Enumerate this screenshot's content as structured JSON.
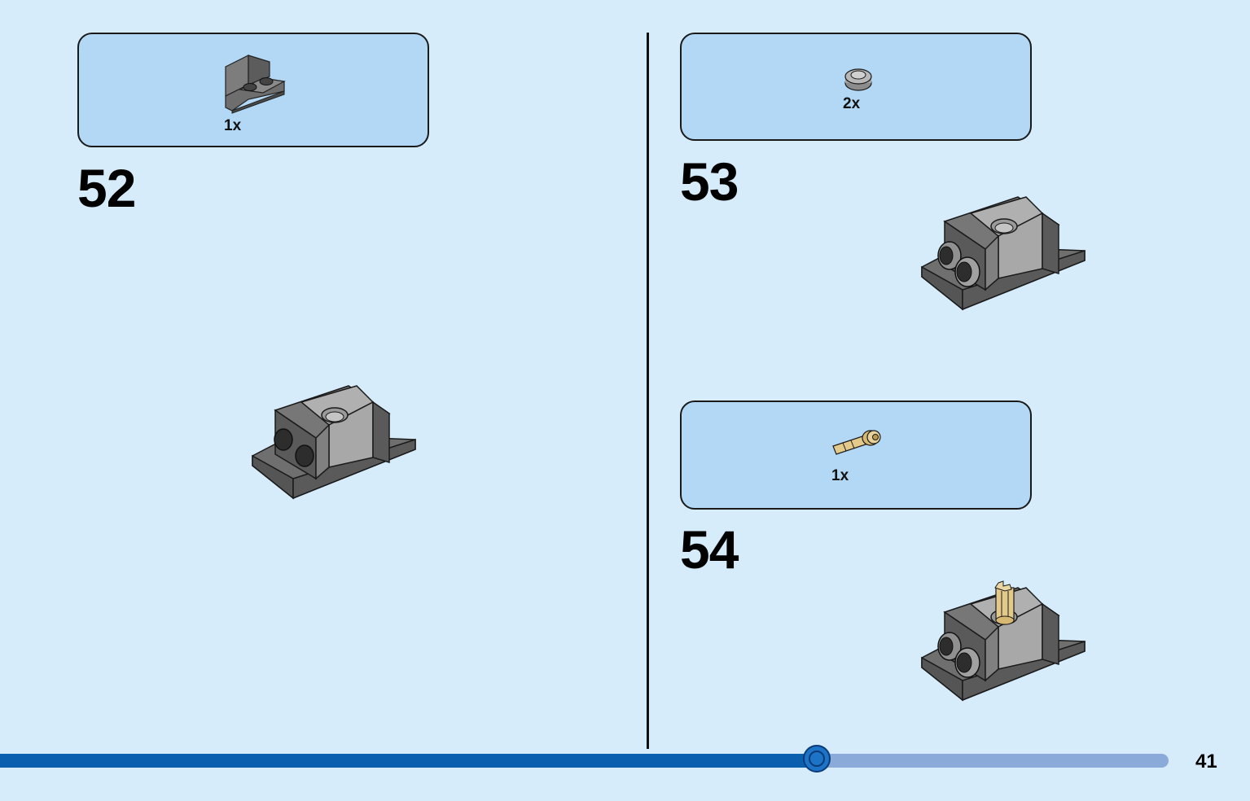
{
  "steps": [
    {
      "number": "52",
      "parts": [
        {
          "qty": "1x",
          "icon": "bracket-plate-icon",
          "color": "#6b6b6b"
        }
      ]
    },
    {
      "number": "53",
      "parts": [
        {
          "qty": "2x",
          "icon": "round-tile-icon",
          "color": "#a3a3a3"
        }
      ]
    },
    {
      "number": "54",
      "parts": [
        {
          "qty": "1x",
          "icon": "axle-pin-icon",
          "color": "#e3c98a"
        }
      ]
    }
  ],
  "progress": {
    "fraction": 0.699
  },
  "page": {
    "number": "41"
  },
  "colors": {
    "background": "#d6ecfb",
    "parts_box": "#b3d8f5",
    "progress_fill": "#0a5fae",
    "progress_track": "#8aabd9"
  }
}
